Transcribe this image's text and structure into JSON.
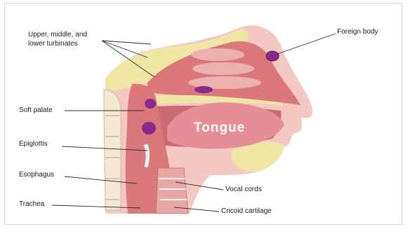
{
  "labels": {
    "turbinates_line1": "Upper, middle, and",
    "turbinates_line2": "lower turbinates",
    "foreign_body": "Foreign body",
    "soft_palate": "Soft palate",
    "epiglottis": "Epiglottis",
    "esophagus": "Esophagus",
    "trachea": "Trachea",
    "vocal_cords": "Vocal cords",
    "cricoid_cartilage": "Cricoid cartilage",
    "tongue": "Tongue"
  },
  "colors": {
    "tissue": "#f2b8b4",
    "mucosa": "#d9777a",
    "bone": "#efe6a6",
    "cartilage": "#eeeeee",
    "foreign_body": "#8a2a8c",
    "tongue": "#e58e96"
  }
}
